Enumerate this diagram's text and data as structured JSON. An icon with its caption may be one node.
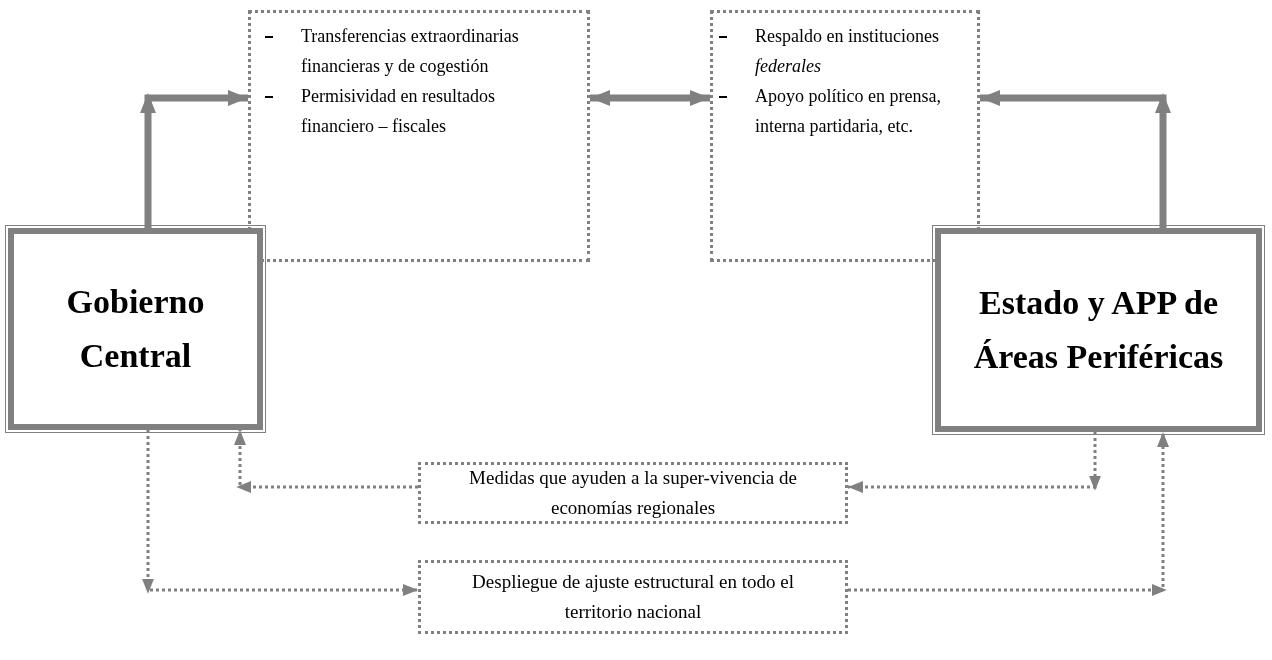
{
  "diagram": {
    "nodes": [
      {
        "text": [
          "Gobierno Central"
        ]
      },
      {
        "text": [
          "Transferencias extraordinarias financieras y de cogestión",
          "Permisividad en resultados financiero – fiscales"
        ]
      },
      {
        "text": [
          "Respaldo en instituciones *federales*",
          "Apoyo político en prensa, interna partidaria, etc."
        ]
      },
      {
        "text": [
          "Estado y APP de Áreas Periféricas"
        ]
      },
      {
        "text": [
          "Medidas que ayuden a la super-vivencia de economías regionales"
        ]
      },
      {
        "text": [
          "Despliegue de ajuste estructural  en todo el territorio nacional"
        ]
      }
    ],
    "edges": [
      {
        "from": 0,
        "to": 1,
        "arrow": "to",
        "style": "thick"
      },
      {
        "from": 1,
        "to": 2,
        "arrow": "both",
        "style": "thick"
      },
      {
        "from": 3,
        "to": 2,
        "arrow": "to",
        "style": "thick"
      },
      {
        "from": 3,
        "to": 4,
        "arrow": "to",
        "style": "dashed"
      },
      {
        "from": 4,
        "to": 0,
        "arrow": "to",
        "style": "dashed"
      },
      {
        "from": 0,
        "to": 5,
        "arrow": "to",
        "style": "dashed"
      },
      {
        "from": 5,
        "to": 3,
        "arrow": "to",
        "style": "dashed"
      }
    ]
  }
}
